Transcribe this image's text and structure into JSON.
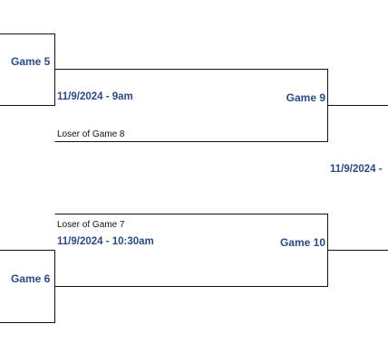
{
  "bracket": {
    "game5": {
      "label": "Game 5"
    },
    "game6": {
      "label": "Game 6"
    },
    "game9": {
      "label": "Game 9",
      "datetime": "11/9/2024 - 9am",
      "opponent": "Loser of Game 8"
    },
    "game10": {
      "label": "Game 10",
      "datetime": "11/9/2024 - 10:30am",
      "opponent": "Loser of Game 7"
    },
    "next": {
      "datetime": "11/9/2024 -"
    }
  },
  "colors": {
    "accent": "#2b4a86",
    "line": "#111111"
  }
}
